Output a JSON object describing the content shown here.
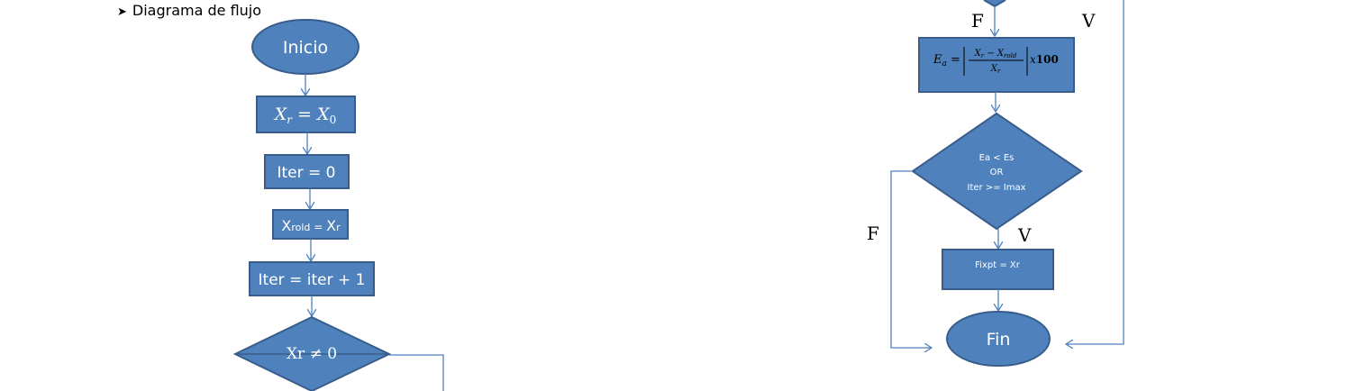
{
  "heading": {
    "bullet": "➤",
    "text": "Diagrama de flujo"
  },
  "nodes": {
    "inicio": "Inicio",
    "xr_eq_x0": "Xr = X0",
    "iter_zero": "Iter = 0",
    "xrold": "Xrold = Xr",
    "iter_inc": "Iter = iter + 1",
    "xr_ne_0": "Xr ≠ 0",
    "ea_formula": "Ea = |(Xr − Xrold)/Xr| x100",
    "cond_line1": "Ea < Es",
    "cond_line2": "OR",
    "cond_line3": "Iter >= Imax",
    "fixpt": "Fixpt = Xr",
    "fin": "Fin"
  },
  "labels": {
    "false": "F",
    "true": "V"
  },
  "colors": {
    "fill": "#4F81BD",
    "stroke": "#385D8A",
    "line": "#4F81BD"
  }
}
